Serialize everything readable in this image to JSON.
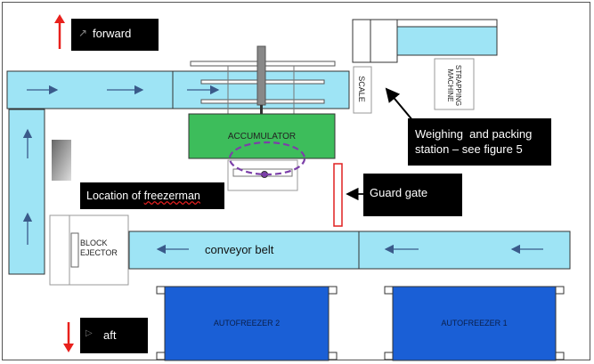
{
  "directions": {
    "forward": "forward",
    "aft": "aft"
  },
  "machines": {
    "scale": "SCALE",
    "strapping": "STRAPPING MACHINE",
    "accumulator": "ACCUMULATOR",
    "block_ejector_line1": "BLOCK",
    "block_ejector_line2": "EJECTOR",
    "autofreezer_1": "AUTOFREEZER 1",
    "autofreezer_2": "AUTOFREEZER 2"
  },
  "labels": {
    "weighing_line1": "Weighing  and packing",
    "weighing_line2": "station – see figure 5",
    "freezerman_prefix": "Location of ",
    "freezerman_word": "freezerman",
    "guard_gate": "Guard gate",
    "conveyor_belt": "conveyor belt"
  },
  "colors": {
    "conveyor": "#9ee4f5",
    "accumulator": "#3dbd5b",
    "autofreezer": "#1a5fd6",
    "arrow_red": "#e8201c",
    "ellipse": "#7b3fa8",
    "guard_gate": "#e02020"
  }
}
